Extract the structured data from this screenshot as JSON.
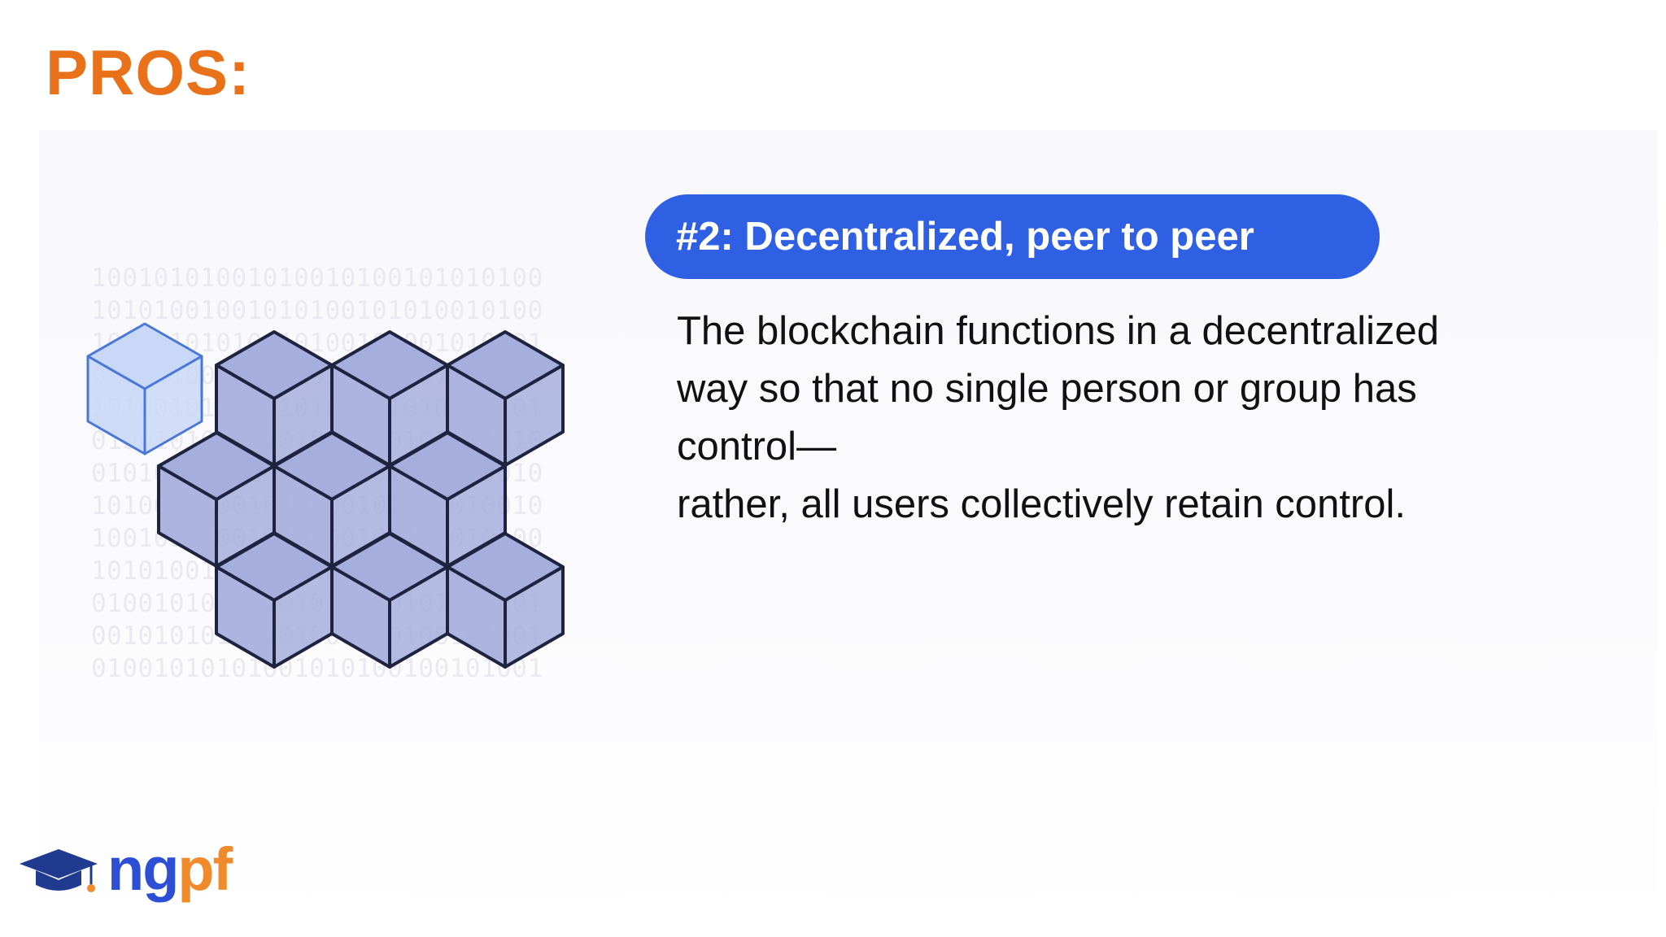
{
  "slide": {
    "title": "PROS:",
    "pill_heading": "#2: Decentralized, peer to peer",
    "body_lines": [
      "The blockchain functions in a decentralized",
      "way so that no single person or group has",
      "control—",
      "rather, all users collectively retain control."
    ]
  },
  "illustration": {
    "binary_lines": [
      "100101010010100101001010101 00",
      "101010010010101001010100101 00",
      "101001010100101001010010101 01",
      "010101001010100101010010101 01",
      "101001010010101001010100101 01",
      "010010101001010100101010010 10",
      "010101001010101001010010100 10",
      "101001010010101001010100100 10",
      "100101010010101001001010101 00",
      "101010010100101010010100101 01",
      "010010101001010100101010010 01",
      "001010101001010010101001010 01",
      "010010101010010101001001010 01"
    ],
    "icons": [
      "single-cube-icon",
      "cube-cluster-icon"
    ],
    "colors": {
      "cube_fill": "#a6aedd",
      "cube_stroke": "#1e2340",
      "single_cube_fill": "#c9d8f6",
      "single_cube_stroke": "#4a78d6"
    }
  },
  "logo": {
    "text_ng": "ng",
    "text_pf": "pf",
    "icon": "graduation-cap-icon"
  },
  "colors": {
    "title": "#e8711a",
    "pill": "#2f5fe3",
    "body_text": "#111111",
    "logo_blue": "#2c4fd6",
    "logo_orange": "#f08a2b"
  }
}
